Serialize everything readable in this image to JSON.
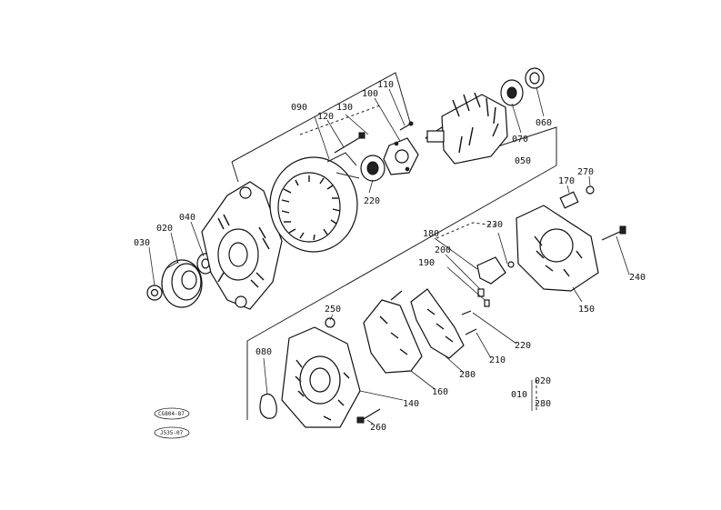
{
  "diagram": {
    "callouts": {
      "p010": "010",
      "p020a": "020",
      "p020b": "020",
      "p030": "030",
      "p040": "040",
      "p050": "050",
      "p060": "060",
      "p070": "070",
      "p080": "080",
      "p090": "090",
      "p100": "100",
      "p110": "110",
      "p120": "120",
      "p130": "130",
      "p140": "140",
      "p150": "150",
      "p160": "160",
      "p170": "170",
      "p180": "180",
      "p190": "190",
      "p200": "200",
      "p210": "210",
      "p220a": "220",
      "p220b": "220",
      "p230": "230",
      "p240": "240",
      "p250": "250",
      "p260": "260",
      "p270": "270",
      "p280a": "280",
      "p280b": "280"
    },
    "figure_codes": {
      "code1": "CG804-87",
      "code2": "J535-07"
    }
  }
}
